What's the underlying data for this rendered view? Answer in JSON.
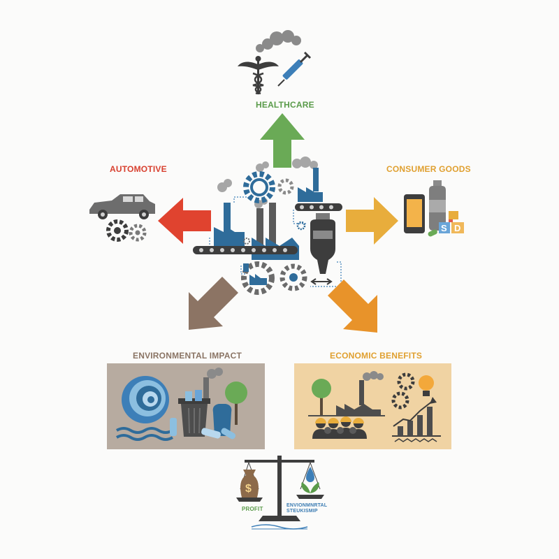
{
  "sectors": {
    "healthcare": "HEALTHCARE",
    "automotive": "AUTOMOTIVE",
    "consumer_goods": "CONSUMER GOODS",
    "environmental_impact": "ENVIRONMENTAL IMPACT",
    "economic_benefits": "ECONOMIC BENEFITS"
  },
  "balance": {
    "left": "PROFIT",
    "right": "ENVIONMNRTAL STEUKISMIP"
  },
  "colors": {
    "healthcare": "#6aaa56",
    "automotive": "#e0432f",
    "consumer_goods": "#e8ad3c",
    "environmental": "#8c7464",
    "economic": "#e8932a",
    "factory_blue": "#2f6c9a",
    "gear_gray": "#6b6b6b"
  },
  "icons": [
    "caduceus-icon",
    "syringe-icon",
    "car-icon",
    "gears-icon",
    "factory-icon",
    "conveyor-icon",
    "smartphone-icon",
    "bottle-icon",
    "wave-icon",
    "trash-can-icon",
    "tree-icon",
    "worker-group-icon",
    "bar-chart-icon",
    "lightbulb-icon",
    "money-bag-icon",
    "water-drop-icon",
    "balance-scale-icon"
  ]
}
